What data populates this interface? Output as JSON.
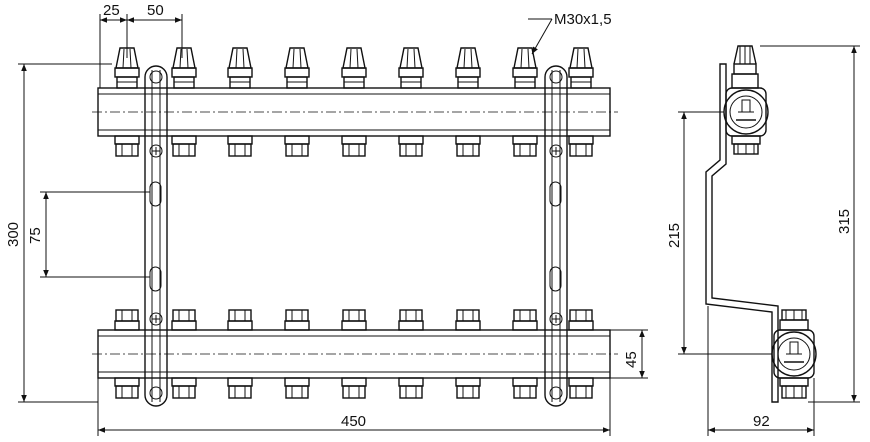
{
  "dimensions": {
    "port_offset": "25",
    "port_pitch": "50",
    "thread": "M30x1,5",
    "total_height": "300",
    "bracket_slot": "75",
    "total_width": "450",
    "bar_height": "45",
    "side_inner_height": "215",
    "side_total_height": "315",
    "side_depth": "92"
  }
}
